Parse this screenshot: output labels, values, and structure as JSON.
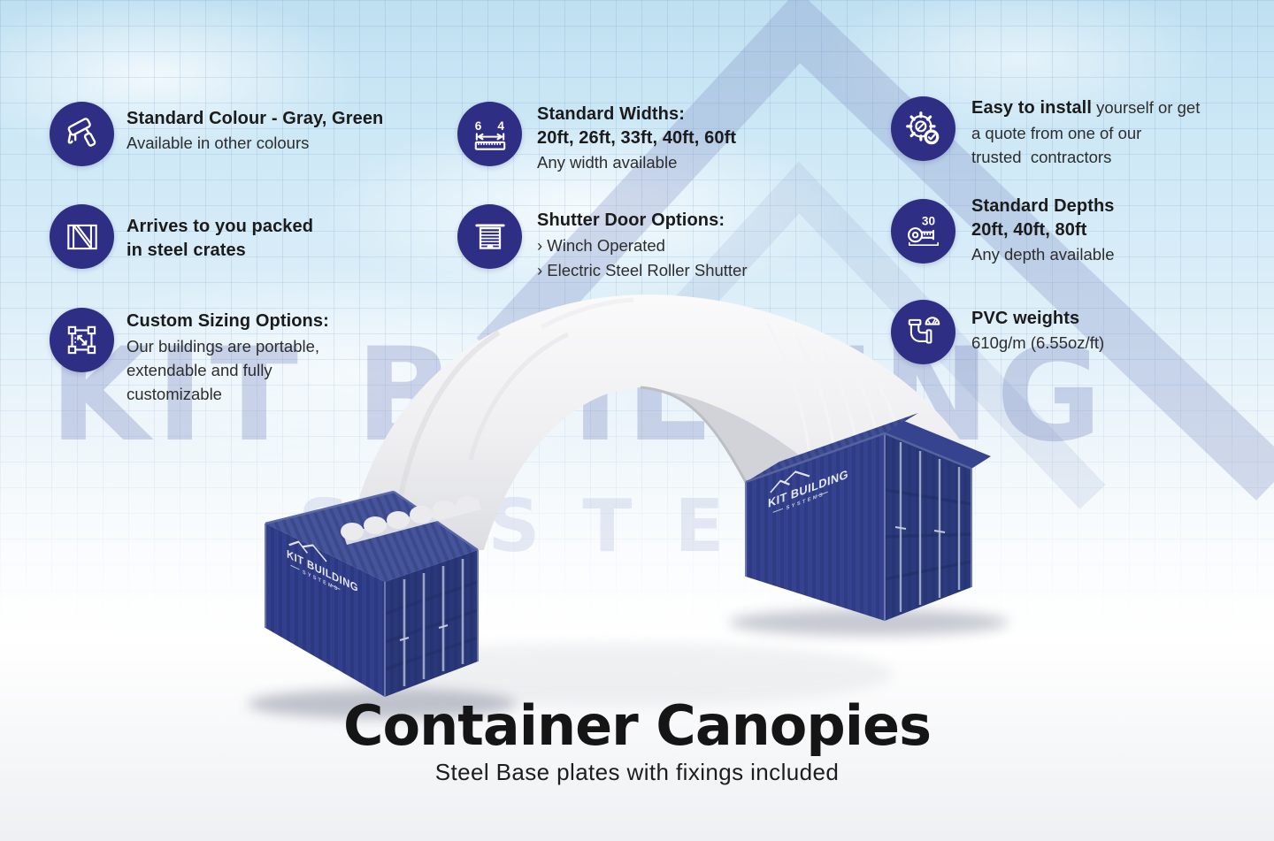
{
  "heading": {
    "title": "Container Canopies",
    "subtitle": "Steel Base plates with fixings included"
  },
  "watermark": {
    "line1": "KIT BUILDING",
    "line2": "SYSTEMS"
  },
  "render": {
    "logo_line1": "KIT BUILDING",
    "logo_line2": "SYSTEMS"
  },
  "features": {
    "colour": {
      "title": "Standard Colour - Gray, Green",
      "sub": "Available in other colours"
    },
    "crates": {
      "line1": "Arrives to you packed",
      "line2": "in steel crates"
    },
    "sizing": {
      "title": "Custom Sizing Options:",
      "line1": "Our buildings are portable,",
      "line2": "extendable and fully",
      "line3": "customizable"
    },
    "widths": {
      "title": "Standard Widths:",
      "values": "20ft, 26ft, 33ft, 40ft, 60ft",
      "sub": "Any width available",
      "icon_left_num": "6",
      "icon_right_num": "4"
    },
    "shutter": {
      "title": "Shutter Door Options:",
      "option1": "› Winch Operated",
      "option2": "› Electric Steel Roller Shutter"
    },
    "install": {
      "bold": "Easy to install",
      "line1_rest": " yourself or get",
      "line2": "a quote from one of our",
      "line3": "trusted  contractors"
    },
    "depths": {
      "title": "Standard Depths",
      "values": "20ft, 40ft, 80ft",
      "sub": "Any depth available",
      "icon_num": "30"
    },
    "pvc": {
      "title": "PVC weights",
      "sub": "610g/m (6.55oz/ft)"
    }
  },
  "colors": {
    "accent_circle": "#2f2e85",
    "container_blue": "#35428f",
    "container_blue_dark": "#2a3779",
    "canopy_light": "#ececee",
    "sky": "#cde8f6",
    "title_text": "#151515"
  }
}
